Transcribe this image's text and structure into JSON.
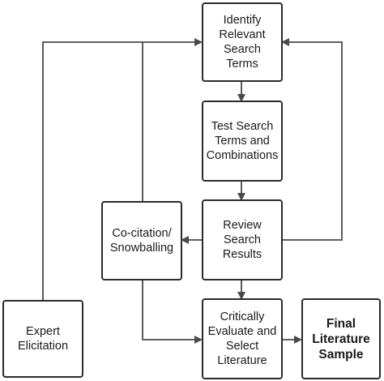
{
  "diagram": {
    "nodes": {
      "identify": "Identify\nRelevant\nSearch\nTerms",
      "test": "Test Search\nTerms and\nCombinations",
      "review": "Review\nSearch\nResults",
      "cocitation": "Co-citation/\nSnowballing",
      "expert": "Expert\nElicitation",
      "evaluate": "Critically\nEvaluate and\nSelect\nLiterature",
      "final": "Final\nLiterature\nSample"
    },
    "colors": {
      "line": "#4a4a4a",
      "border": "#2b2b2b",
      "fill": "#ffffff"
    }
  }
}
